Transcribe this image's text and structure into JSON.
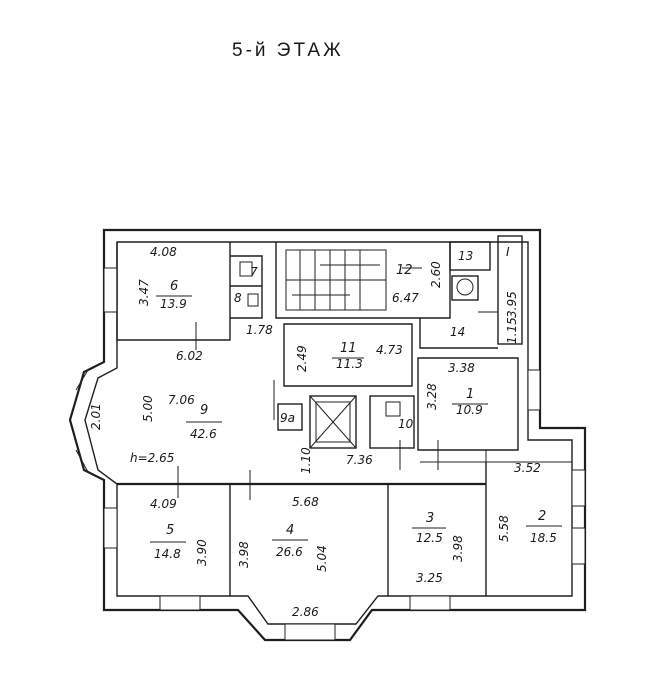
{
  "title": "5-й ЭТАЖ",
  "rooms": [
    {
      "id": "room-1",
      "number": "1",
      "area": "10.9"
    },
    {
      "id": "room-2",
      "number": "2",
      "area": "18.5"
    },
    {
      "id": "room-3",
      "number": "3",
      "area": "12.5"
    },
    {
      "id": "room-4",
      "number": "4",
      "area": "26.6"
    },
    {
      "id": "room-5",
      "number": "5",
      "area": "14.8"
    },
    {
      "id": "room-6",
      "number": "6",
      "area": "13.9"
    },
    {
      "id": "room-9",
      "number": "9",
      "area": "42.6"
    },
    {
      "id": "room-11",
      "number": "11",
      "area": "11.3"
    }
  ],
  "small_rooms": [
    "7",
    "8",
    "9a",
    "10",
    "12",
    "13",
    "14",
    "I"
  ],
  "dimensions": {
    "d408a": "4.08",
    "d347": "3.47",
    "d602": "6.02",
    "d178": "1.78",
    "d249": "2.49",
    "d473": "4.73",
    "d260": "2.60",
    "d647": "6.47",
    "d395": "3.95",
    "d115": "1.15",
    "d338": "3.38",
    "d328": "3.28",
    "d706": "7.06",
    "d500": "5.00",
    "d201": "2.01",
    "dh": "h=2.65",
    "d736": "7.36",
    "d110": "1.10",
    "d352": "3.52",
    "d409": "4.09",
    "d568": "5.68",
    "d390": "3.90",
    "d398a": "3.98",
    "d504": "5.04",
    "d398b": "3.98",
    "d558": "5.58",
    "d325": "3.25",
    "d286": "2.86"
  }
}
